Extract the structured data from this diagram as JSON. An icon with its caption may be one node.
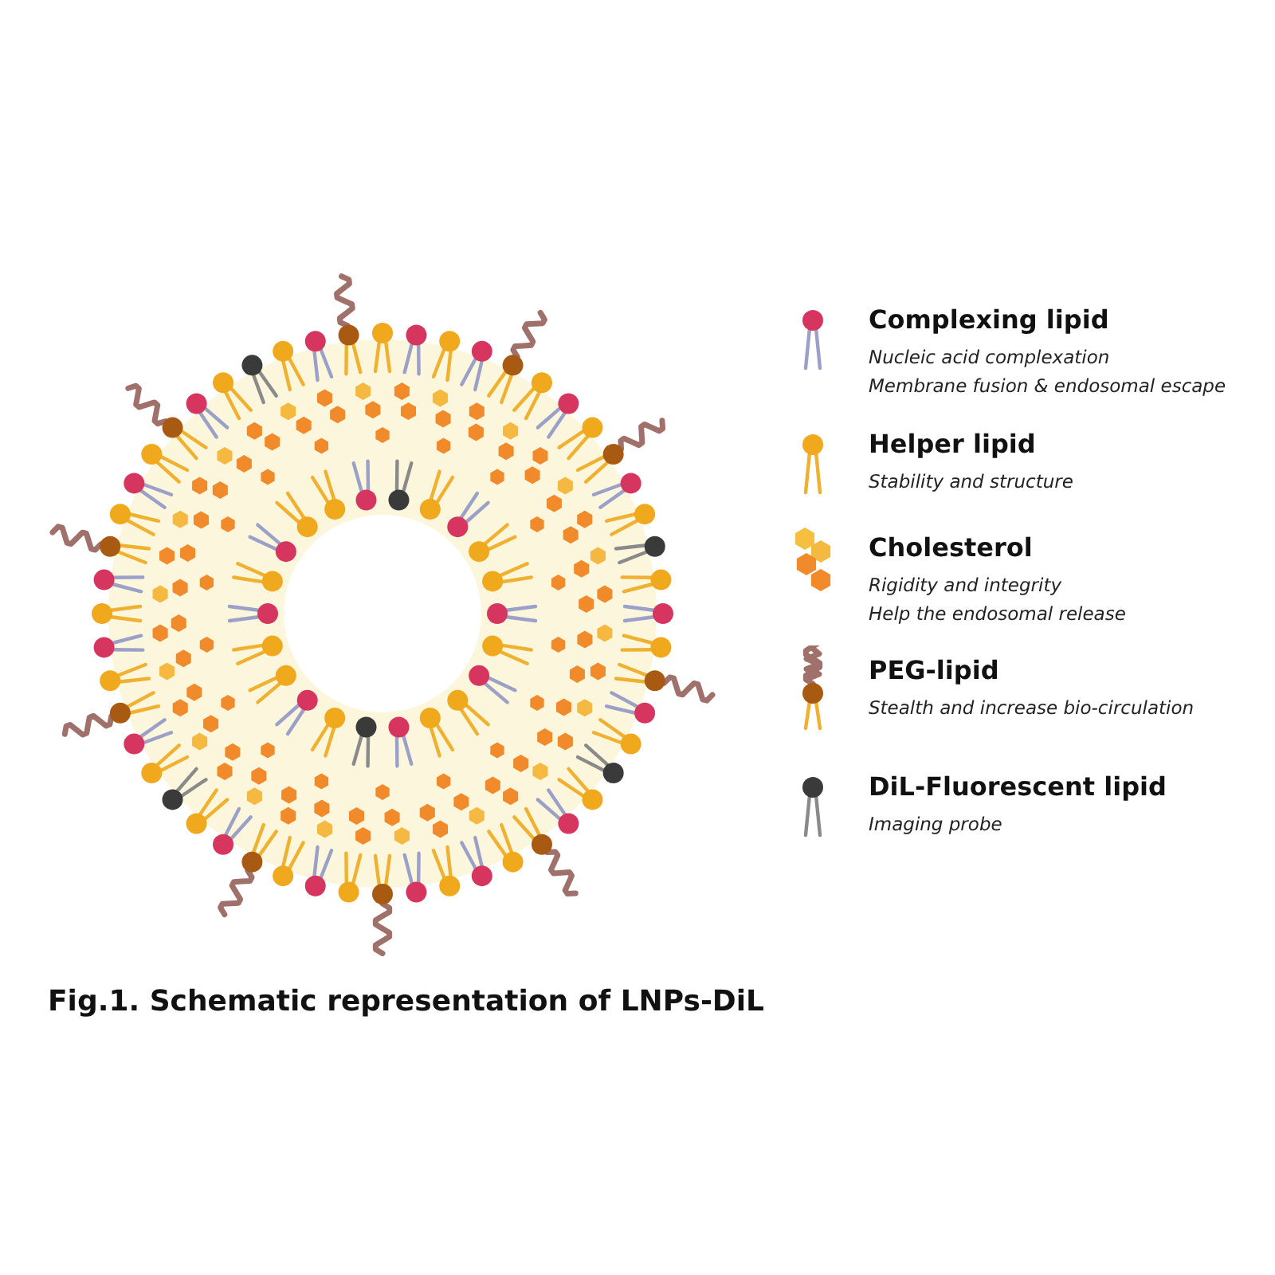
{
  "diagram": {
    "caption": "Fig.1. Schematic representation of LNPs-DiL",
    "legend": [
      {
        "text": "Complexing lipid"
      },
      {
        "text": "Helper lipid"
      },
      {
        "text": "Cholesterol"
      },
      {
        "text": "PEG-lipid"
      },
      {
        "text": "DiL-Fluorescent lipid"
      }
    ],
    "labels": [
      "Nucleic acid complexation",
      "Membrane fusion & endosomal escape",
      "Stability and structure",
      "Rigidity and integrity",
      "Help the endosomal release",
      "Stealth and increase bio-circulation",
      "Imaging probe"
    ]
  }
}
